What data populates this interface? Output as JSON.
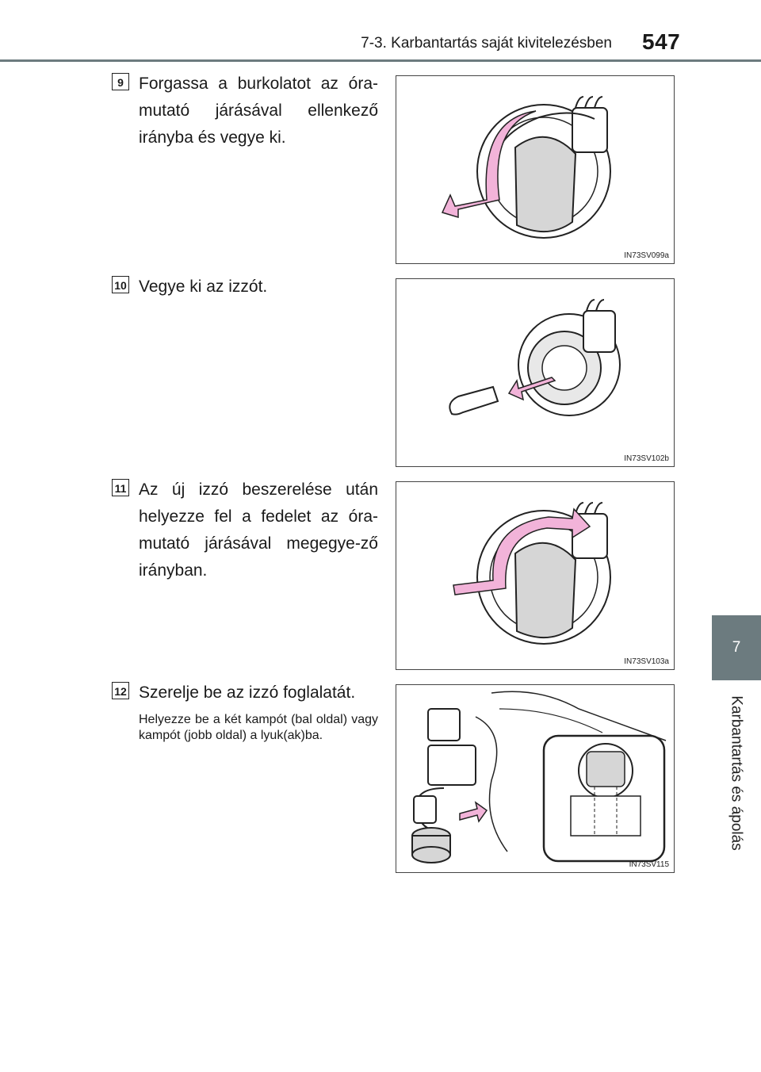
{
  "header": {
    "section_title": "7-3. Karbantartás saját kivitelezésben",
    "page_number": "547"
  },
  "chapter_tab": {
    "number": "7",
    "title": "Karbantartás és ápolás"
  },
  "steps": [
    {
      "number": "9",
      "text": "Forgassa a burkolatot az óra-mutató járásával ellenkező irányba és vegye ki.",
      "figure_code": "IN73SV099a"
    },
    {
      "number": "10",
      "text": "Vegye ki az izzót.",
      "figure_code": "IN73SV102b"
    },
    {
      "number": "11",
      "text": "Az új izzó beszerelése után helyezze fel a fedelet az óra-mutató járásával megegye-ző irányban.",
      "figure_code": "IN73SV103a"
    },
    {
      "number": "12",
      "text": "Szerelje be az izzó foglalatát.",
      "note": "Helyezze be a két kampót (bal oldal) vagy kampót (jobb oldal) a lyuk(ak)ba.",
      "figure_code": "IN73SV115"
    }
  ],
  "colors": {
    "accent_gray": "#6c7b7f",
    "arrow_pink": "#f2b3d9"
  }
}
